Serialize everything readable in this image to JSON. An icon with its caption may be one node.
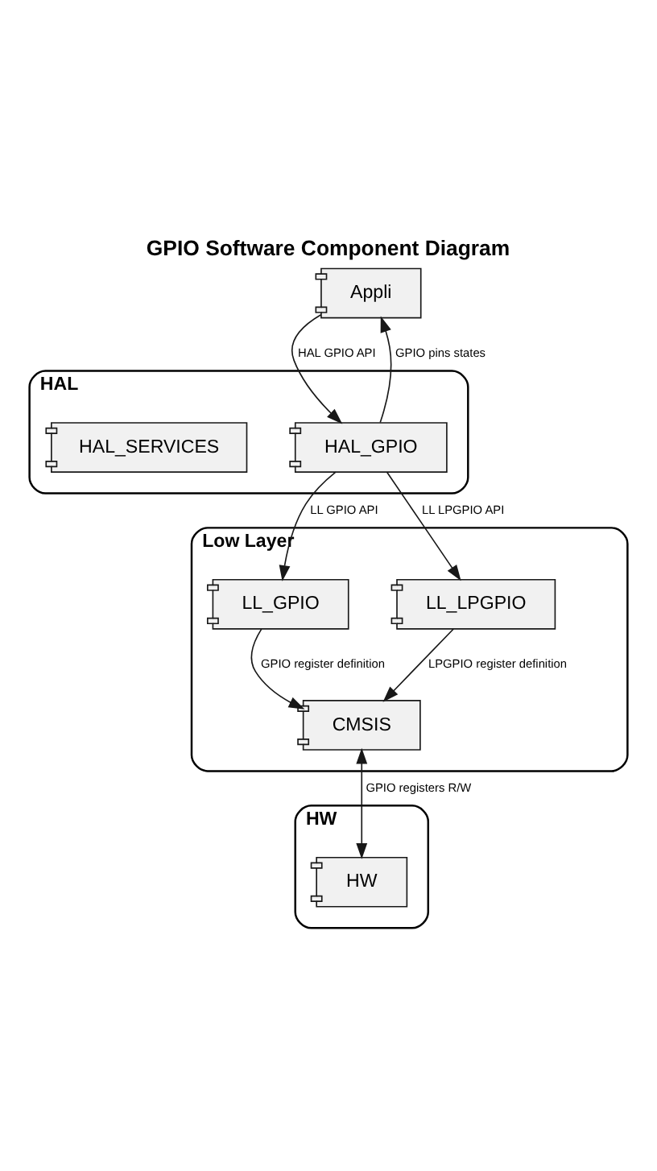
{
  "diagram": {
    "title": "GPIO Software Component Diagram",
    "nodes": [
      {
        "text": [
          "Appli"
        ]
      },
      {
        "text": [
          "HAL"
        ]
      },
      {
        "text": [
          "HAL_GPIO"
        ],
        "in": 1
      },
      {
        "text": [
          "HAL_SERVICES"
        ],
        "in": 1
      },
      {
        "text": [
          "Low Layer"
        ]
      },
      {
        "text": [
          "LL_GPIO"
        ],
        "in": 4
      },
      {
        "text": [
          "LL_LPGPIO"
        ],
        "in": 4
      },
      {
        "text": [
          "CMSIS"
        ],
        "in": 4
      },
      {
        "text": [
          "HW"
        ]
      },
      {
        "text": [
          "HW"
        ],
        "in": 8
      }
    ],
    "edges": [
      {
        "from": 0,
        "to": 2,
        "arrow": "to",
        "label": "HAL GPIO API"
      },
      {
        "from": 2,
        "to": 0,
        "arrow": "to",
        "label": "GPIO pins states"
      },
      {
        "from": 2,
        "to": 5,
        "arrow": "to",
        "label": "LL GPIO API"
      },
      {
        "from": 2,
        "to": 6,
        "arrow": "to",
        "label": "LL LPGPIO API"
      },
      {
        "from": 5,
        "to": 7,
        "arrow": "to",
        "label": "GPIO register definition"
      },
      {
        "from": 6,
        "to": 7,
        "arrow": "to",
        "label": "LPGPIO register definition"
      },
      {
        "from": 7,
        "to": 9,
        "arrow": "both",
        "label": "GPIO registers R/W"
      }
    ]
  }
}
